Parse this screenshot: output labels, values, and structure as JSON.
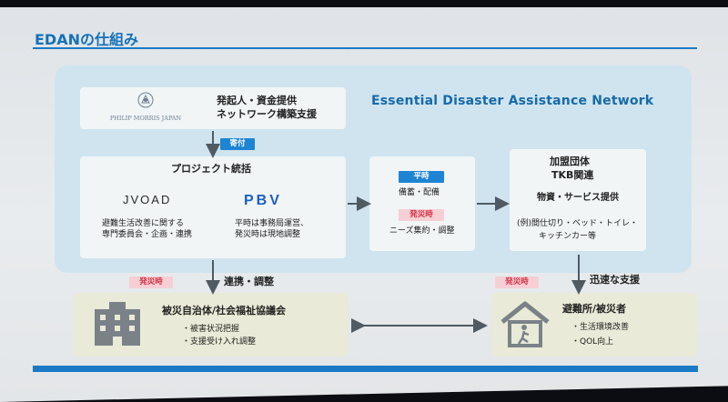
{
  "slide": {
    "title": "EDANの仕組み",
    "network_name": "Essential Disaster Assistance Network"
  },
  "sponsor": {
    "logo_text": "PHILIP MORRIS JAPAN",
    "line1": "発起人・資金提供",
    "line2": "ネットワーク構築支援",
    "donation_tag": "寄付"
  },
  "project": {
    "title": "プロジェクト統括",
    "jvoad_logo": "JVOAD",
    "jvoad_desc1": "避難生活改善に関する",
    "jvoad_desc2": "専門委員会・企画・連携",
    "pbv_logo": "PBV",
    "pbv_desc1": "平時は事務局運営、",
    "pbv_desc2": "発災時は現地調整"
  },
  "middle": {
    "normal_tag": "平時",
    "normal_text": "備蓄・配備",
    "disaster_tag": "発災時",
    "disaster_text": "ニーズ集約・調整"
  },
  "member": {
    "title1": "加盟団体",
    "title2": "TKB関連",
    "subtitle": "物資・サービス提供",
    "example1": "(例)間仕切り・ベッド・トイレ・",
    "example2": "キッチンカー等"
  },
  "bottom": {
    "left_tag": "発災時",
    "left_label": "連携・調整",
    "right_tag": "発災時",
    "right_label": "迅速な支援"
  },
  "municipality": {
    "title": "被災自治体/社会福祉協議会",
    "item1": "・被害状況把握",
    "item2": "・支援受け入れ調整"
  },
  "shelter": {
    "title": "避難所/被災者",
    "item1": "・生活環境改善",
    "item2": "・QOL向上"
  },
  "colors": {
    "accent_blue": "#1a7ac4",
    "panel_blue": "#cfe4ef",
    "disaster_pink": "#f6cfd5",
    "disaster_red": "#d13344",
    "ground_box": "#e9ead7"
  }
}
